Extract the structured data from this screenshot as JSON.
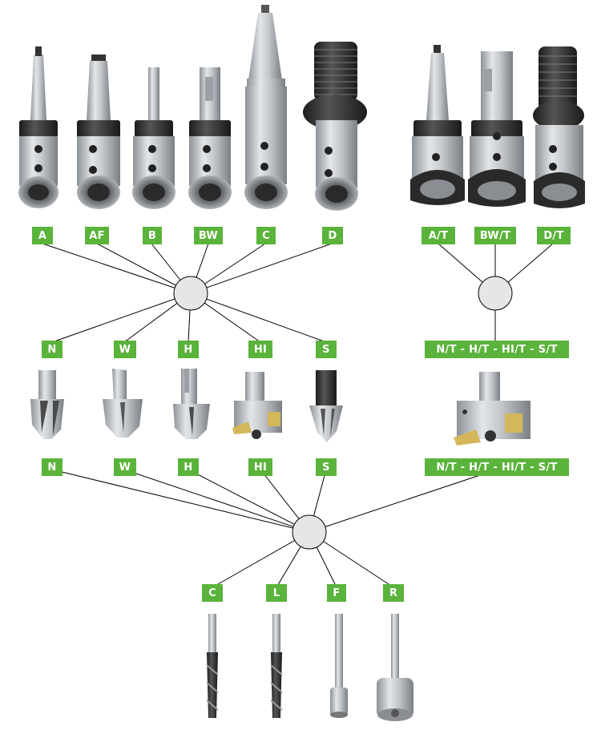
{
  "colors": {
    "label_bg": "#5ab33a",
    "label_text": "#ffffff",
    "line": "#000000",
    "hub_fill": "#e6e6e6",
    "metal": "#b8bcc1",
    "dark_ring": "#2b2b2b"
  },
  "adapters": {
    "labels": [
      "A",
      "AF",
      "B",
      "BW",
      "C",
      "D"
    ],
    "quick_change_labels": [
      "A/T",
      "BW/T",
      "D/T"
    ]
  },
  "cutters": {
    "labels": [
      "N",
      "W",
      "H",
      "HI",
      "S"
    ],
    "quick_change_label": "N/T - H/T - HI/T - S/T",
    "labels_lower": [
      "N",
      "W",
      "H",
      "HI",
      "S"
    ],
    "quick_change_label_lower": "N/T - H/T - HI/T - S/T"
  },
  "pilots": {
    "labels": [
      "C",
      "L",
      "F",
      "R"
    ]
  }
}
